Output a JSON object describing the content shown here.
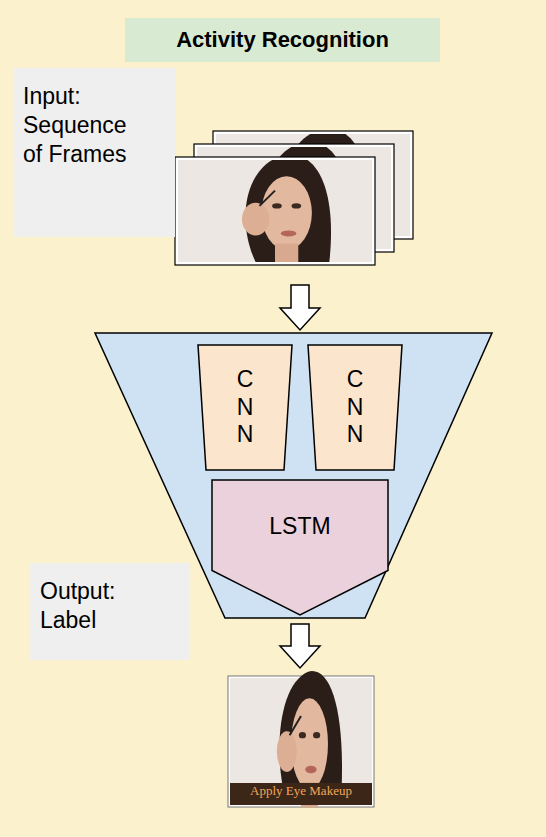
{
  "diagram": {
    "title": "Activity Recognition",
    "nodes": [
      {
        "text": [
          "Input: Sequence of Frames"
        ]
      },
      {
        "text": [
          "C N N"
        ]
      },
      {
        "text": [
          "C N N"
        ]
      },
      {
        "text": [
          "LSTM"
        ]
      },
      {
        "text": [
          "Output: Label"
        ]
      }
    ],
    "labels": [
      "Apply Eye Makeup"
    ]
  }
}
